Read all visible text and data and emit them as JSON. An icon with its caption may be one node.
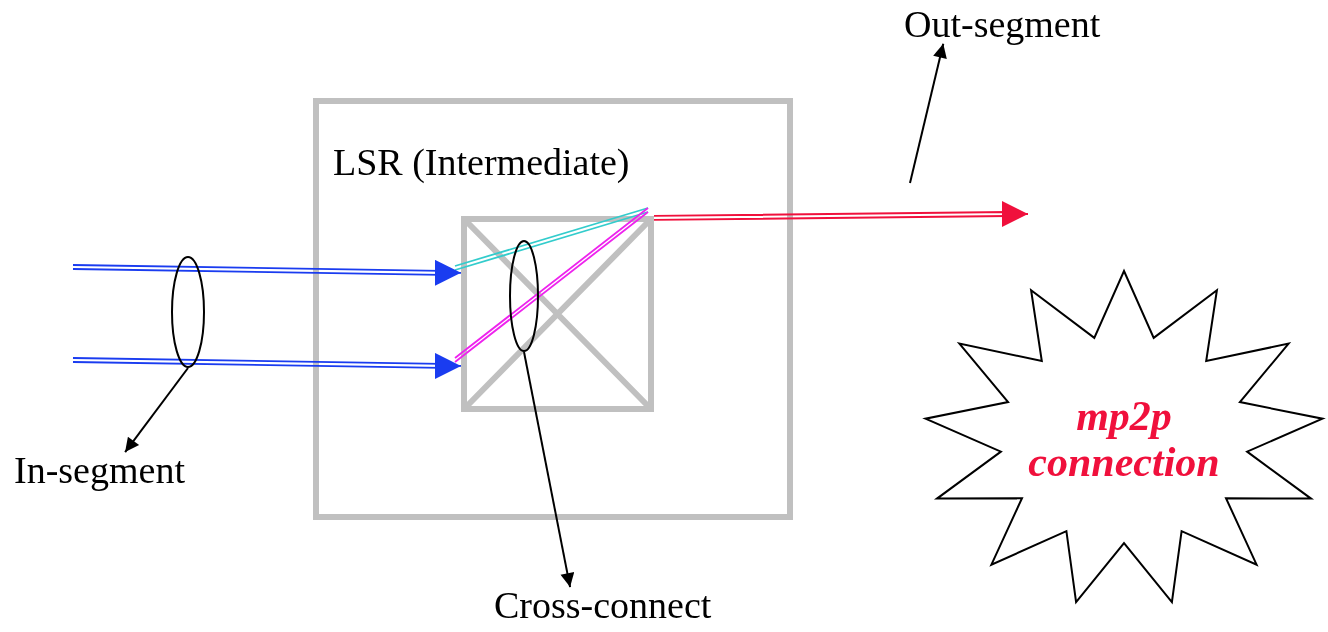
{
  "diagram": {
    "nodes": [
      {
        "text": [
          "LSR (Intermediate)"
        ]
      },
      {
        "text": [],
        "shape": "box",
        "in": 0
      },
      {
        "text": [
          "In-segment"
        ]
      },
      {
        "text": [],
        "shape": "ellipse"
      },
      {
        "text": [
          "Out-segment"
        ]
      },
      {
        "text": [
          "Cross-connect"
        ]
      },
      {
        "text": [],
        "shape": "ellipse",
        "in": 1
      },
      {
        "text": [
          "mp2p connection"
        ]
      }
    ],
    "edges": [
      {
        "from": null,
        "to": 1,
        "arrow": "to",
        "color": "#1a3cf0"
      },
      {
        "from": null,
        "to": 1,
        "arrow": "to",
        "color": "#1a3cf0"
      },
      {
        "from": 1,
        "to": null,
        "arrow": "to",
        "color": "#f0103c"
      },
      {
        "from": 3,
        "to": 2,
        "arrow": "to"
      },
      {
        "from": 6,
        "to": 5,
        "arrow": "to"
      },
      {
        "from": null,
        "to": 4,
        "arrow": "to"
      }
    ]
  }
}
